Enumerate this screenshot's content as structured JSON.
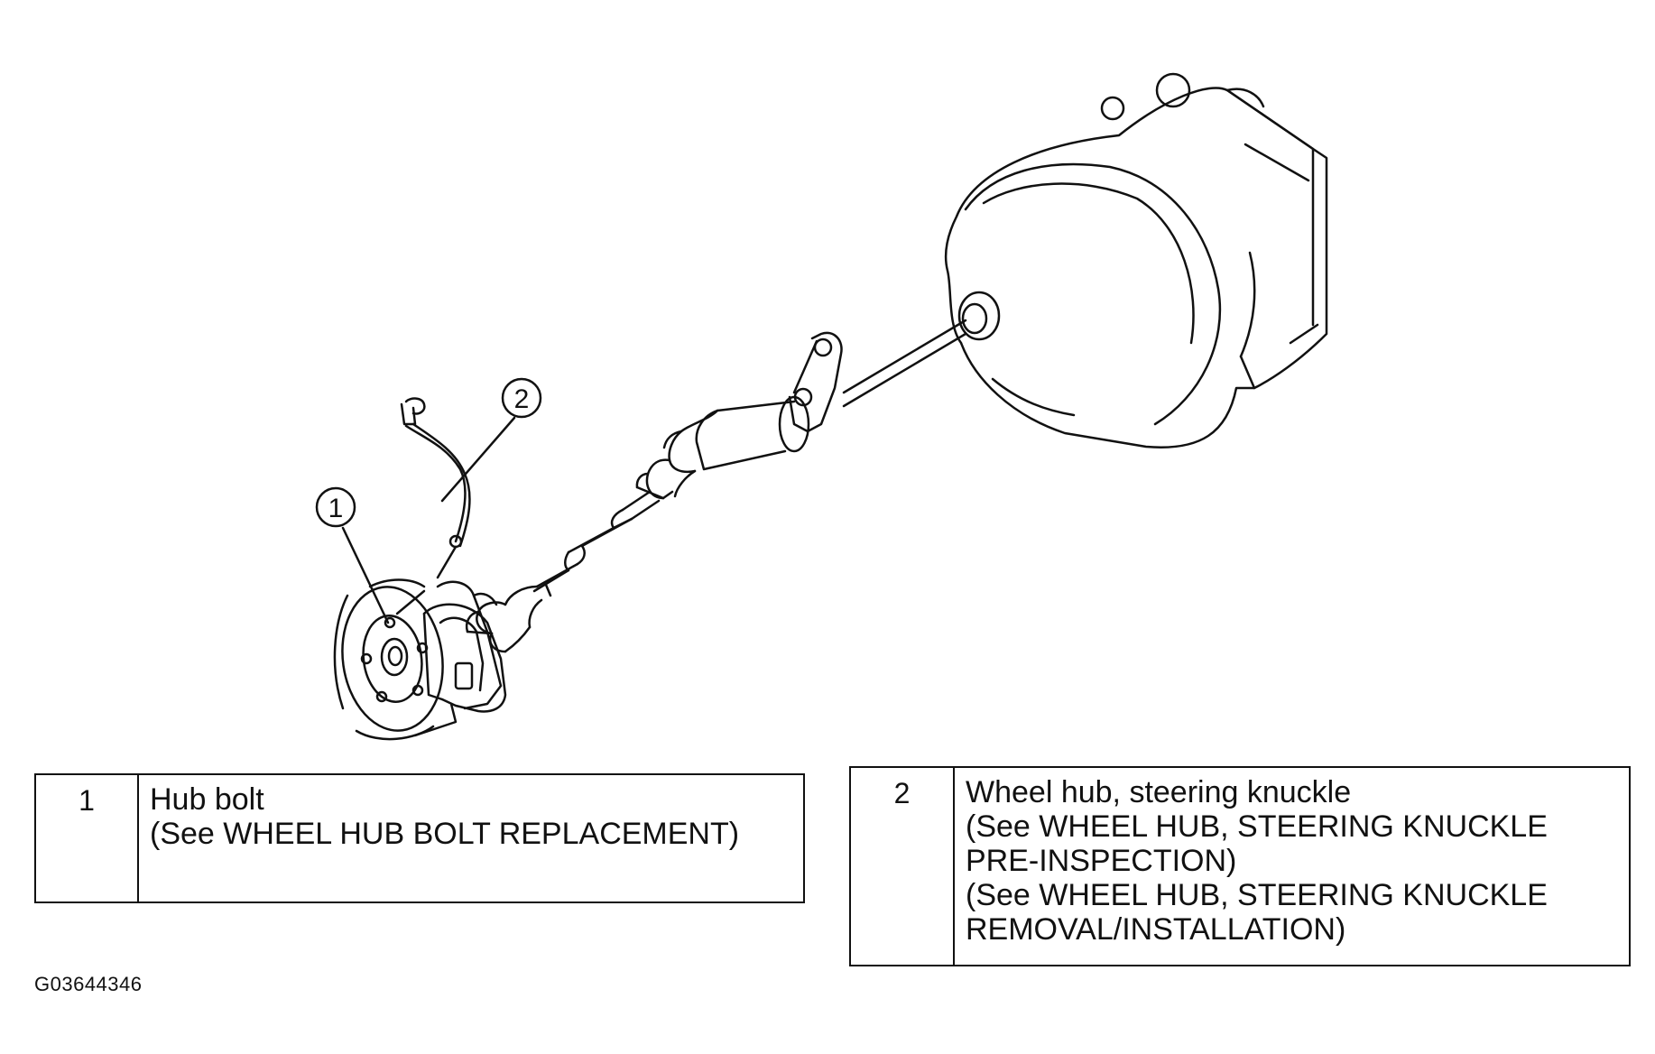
{
  "callouts": [
    {
      "number": "1"
    },
    {
      "number": "2"
    }
  ],
  "legend": [
    {
      "number": "1",
      "lines": [
        "Hub bolt",
        "(See WHEEL HUB BOLT REPLACEMENT)"
      ]
    },
    {
      "number": "2",
      "lines": [
        "Wheel hub, steering knuckle",
        "(See WHEEL HUB, STEERING KNUCKLE",
        "PRE-INSPECTION)",
        "(See WHEEL HUB, STEERING KNUCKLE",
        "REMOVAL/INSTALLATION)"
      ]
    }
  ],
  "figure_code": "G03644346"
}
